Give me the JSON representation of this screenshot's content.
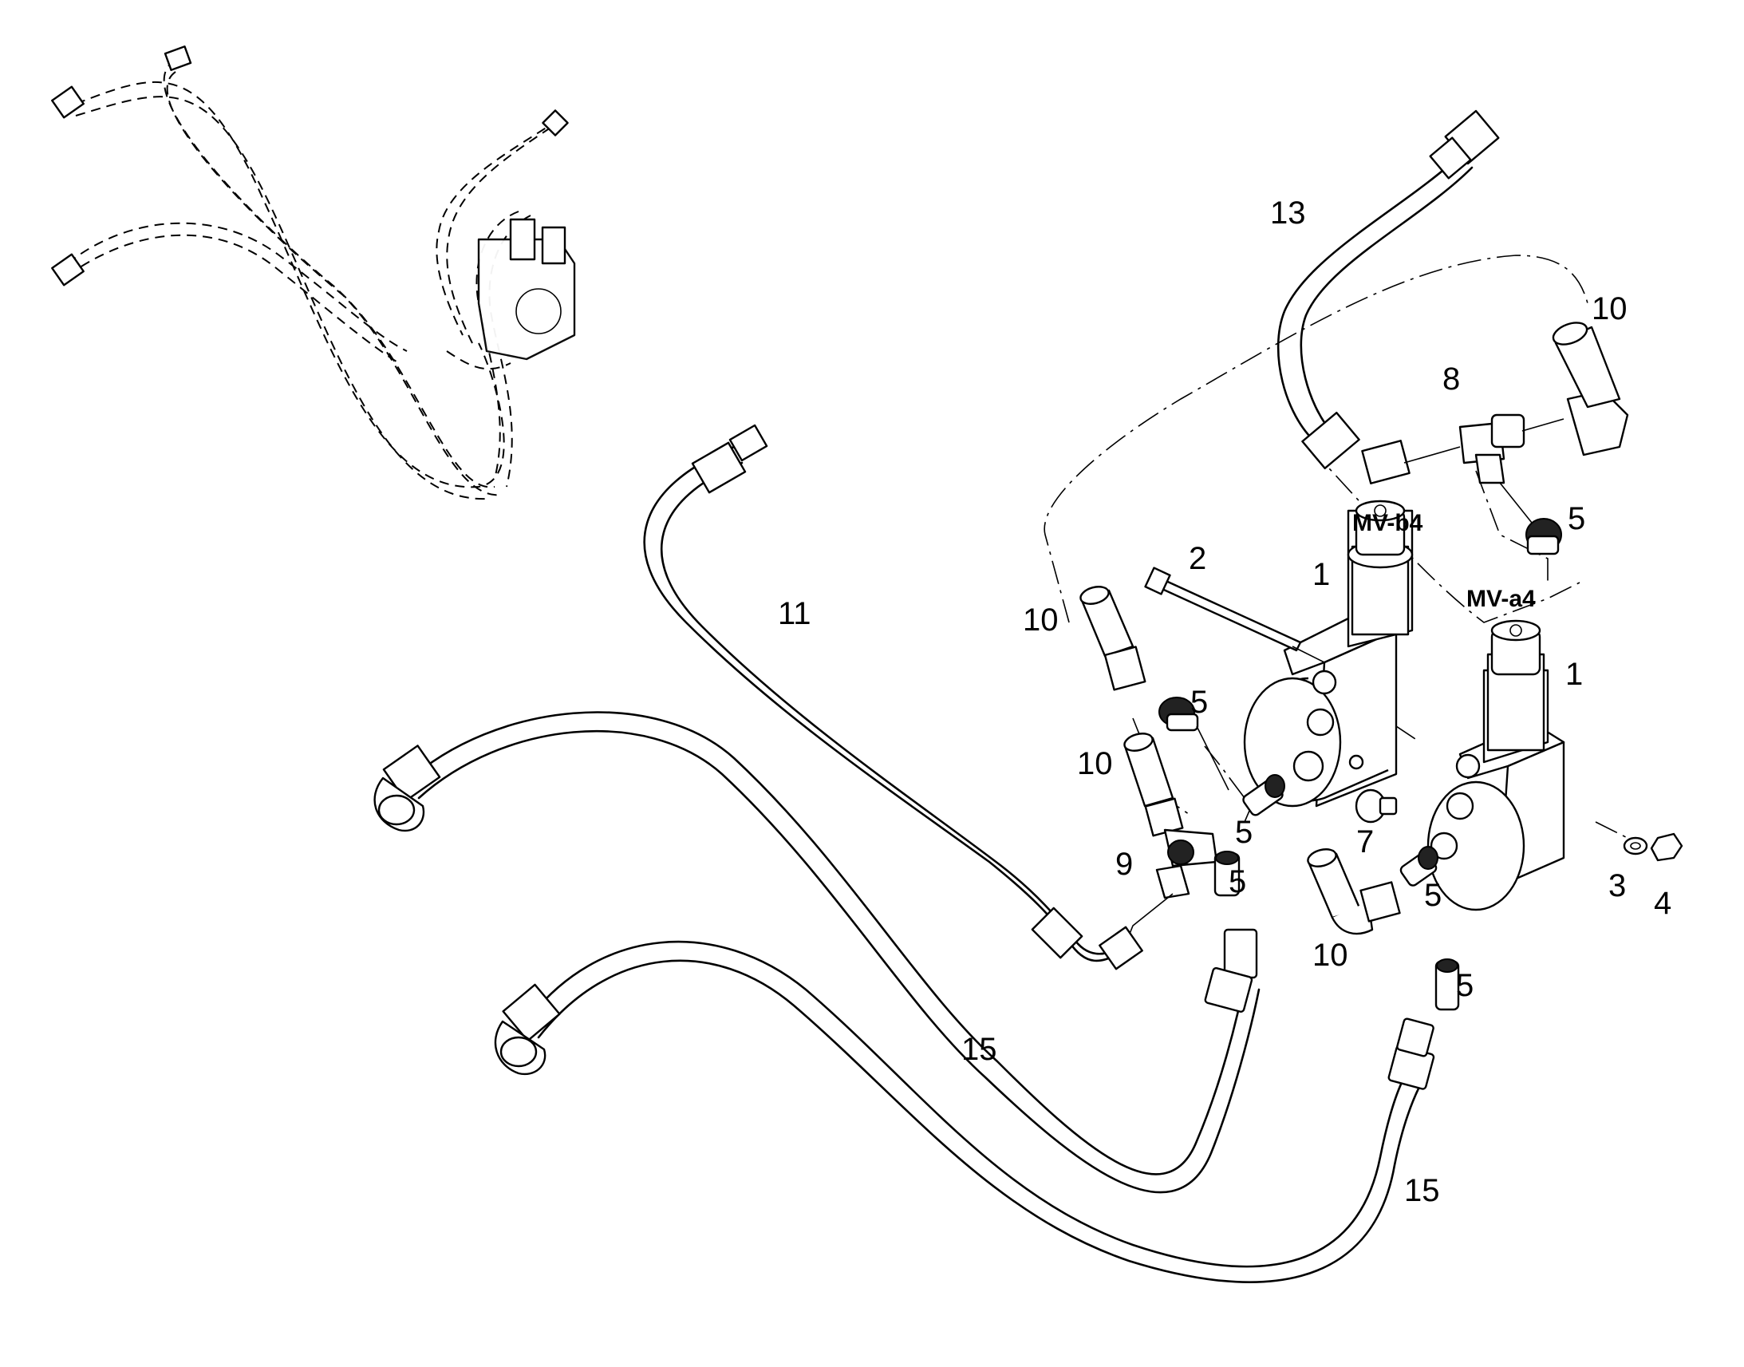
{
  "diagram": {
    "valve_tags": [
      "MV-b4",
      "MV-a4"
    ],
    "callouts": [
      "13",
      "10",
      "8",
      "5",
      "2",
      "1",
      "10",
      "5",
      "1",
      "10",
      "5",
      "7",
      "9",
      "5",
      "5",
      "10",
      "3",
      "4",
      "5",
      "11",
      "15",
      "15"
    ]
  }
}
